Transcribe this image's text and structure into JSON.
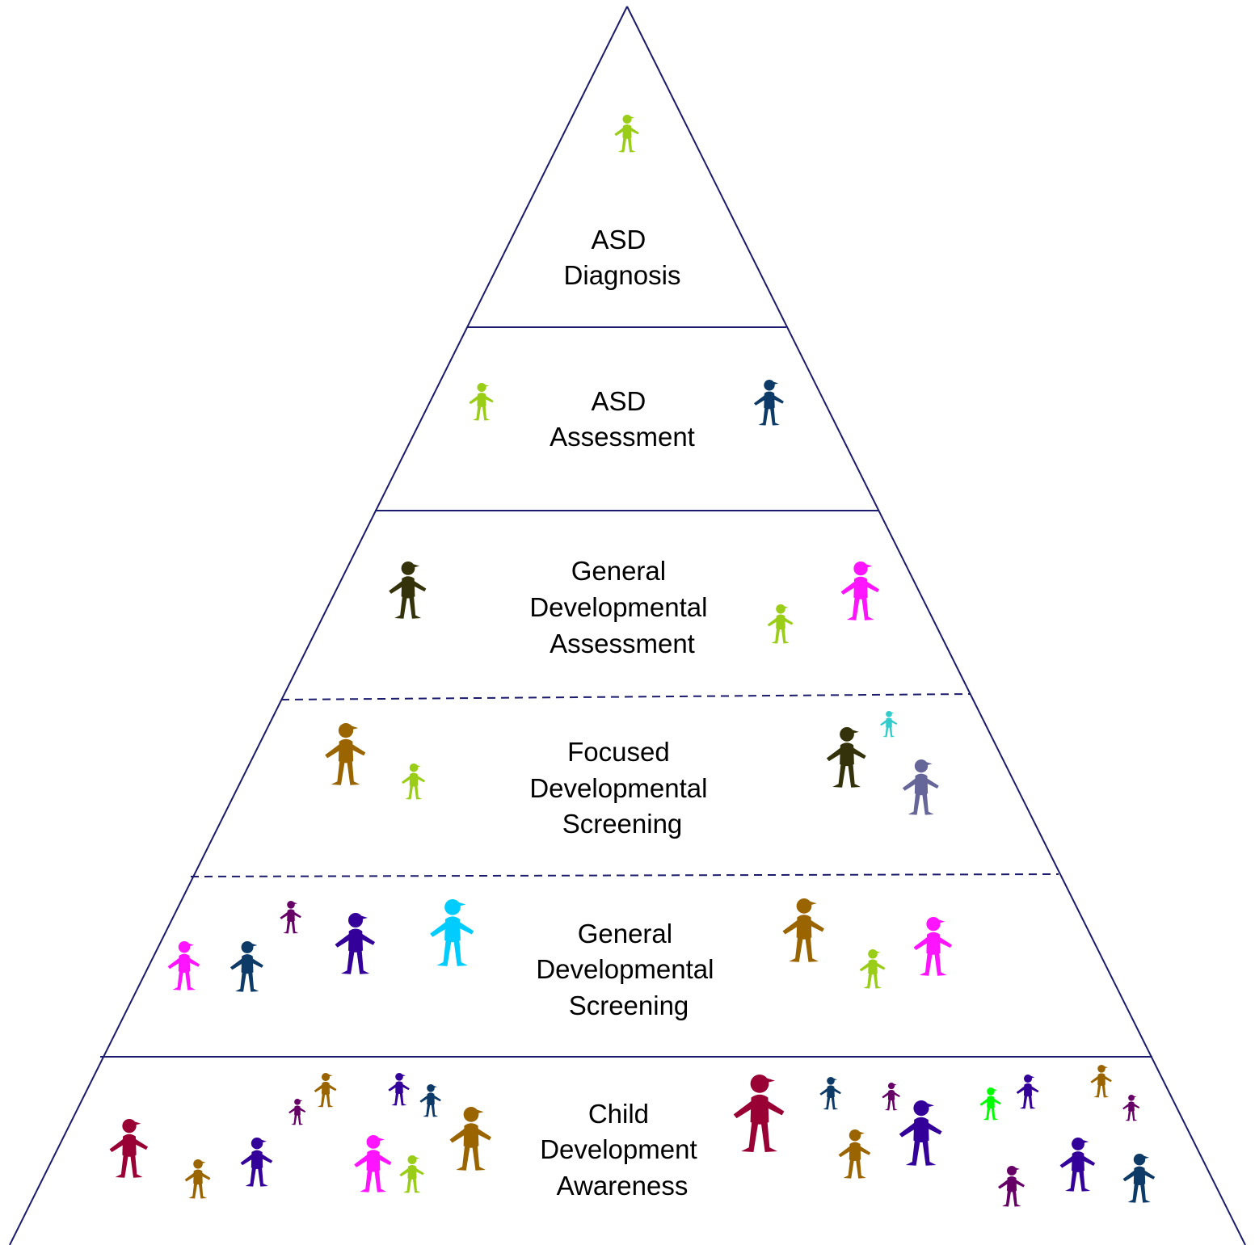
{
  "diagram": {
    "type": "pyramid",
    "line_color": "#1a1a6e",
    "tiers": [
      {
        "lines": [
          "ASD",
          "Diagnosis"
        ],
        "figures": [
          "#9acd18"
        ]
      },
      {
        "lines": [
          "ASD",
          "Assessment"
        ],
        "figures": [
          "#9acd18",
          "#0d3a66"
        ]
      },
      {
        "lines": [
          "General",
          "Developmental",
          "Assessment"
        ],
        "figures": [
          "#33320a",
          "#9acd18",
          "#ff14ff"
        ]
      },
      {
        "lines": [
          "Focused",
          "Developmental",
          "Screening"
        ],
        "figures": [
          "#9a6500",
          "#9acd18",
          "#33320a",
          "#33cccc",
          "#666699"
        ]
      },
      {
        "lines": [
          "General",
          "Developmental",
          "Screening"
        ],
        "figures": [
          "#ff14ff",
          "#0d3a66",
          "#660066",
          "#330099",
          "#00ccff",
          "#9a6500",
          "#9acd18",
          "#ff14ff"
        ]
      },
      {
        "lines": [
          "Child",
          "Development",
          "Awareness"
        ],
        "figures": [
          "#990033",
          "#9a6500",
          "#330099",
          "#660066",
          "#9a6500",
          "#330099",
          "#0d3a66",
          "#ff14ff",
          "#9acd18",
          "#9a6500",
          "#990033",
          "#0d3a66",
          "#660066",
          "#9a6500",
          "#330099",
          "#00ff00",
          "#330099",
          "#9a6500",
          "#660066",
          "#660066",
          "#330099",
          "#0d3a66"
        ]
      }
    ]
  }
}
